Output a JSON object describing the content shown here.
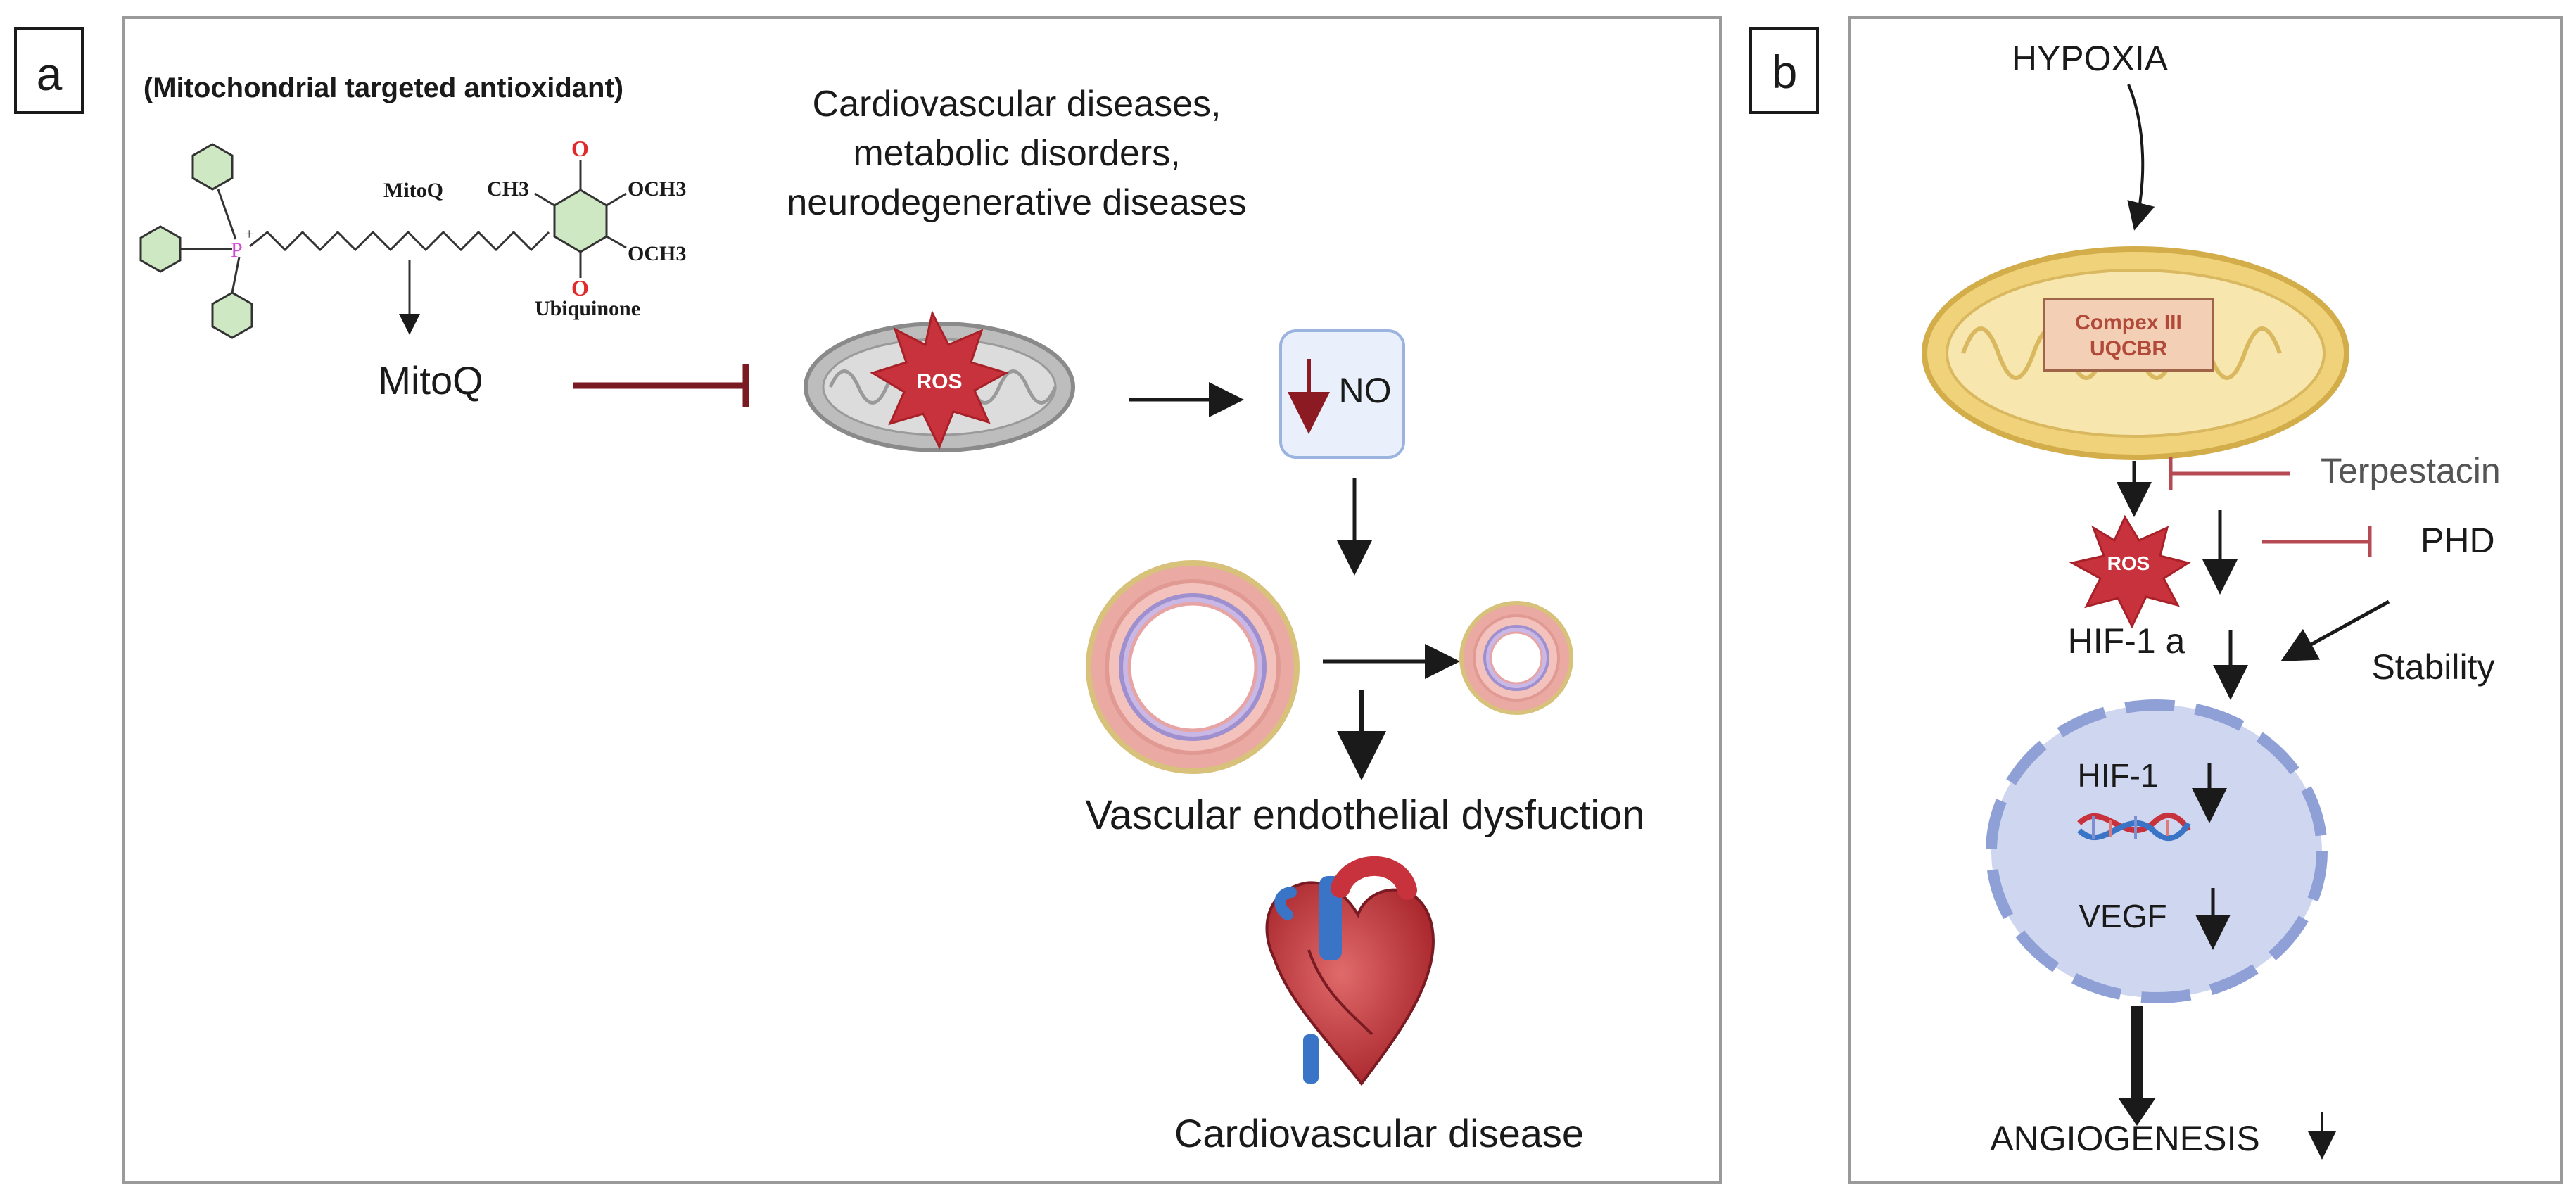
{
  "panel_a": {
    "tag": "a",
    "heading": "(Mitochondrial targeted antioxidant)",
    "compound": {
      "name_small": "MitoQ",
      "ubiquinone": "Ubiquinone",
      "methyl": "CH3",
      "methoxy_1": "OCH3",
      "methoxy_2": "OCH3",
      "oxygen_top": "O",
      "oxygen_bottom": "O",
      "phosphorus": "P",
      "charge": "+"
    },
    "mitoq_label": "MitoQ",
    "diseases": [
      "Cardiovascular diseases,",
      "metabolic disorders,",
      "neurodegenerative diseases"
    ],
    "ros": "ROS",
    "no": "NO",
    "vascular": "Vascular endothelial dysfuction",
    "cardio": "Cardiovascular disease"
  },
  "panel_b": {
    "tag": "b",
    "hypoxia": "HYPOXIA",
    "complex_line1": "Compex III",
    "complex_line2": "UQCBR",
    "terpestacin": "Terpestacin",
    "ros": "ROS",
    "phd": "PHD",
    "hif1a": "HIF-1 a",
    "stability": "Stability",
    "hif1": "HIF-1",
    "vegf": "VEGF",
    "angiogenesis": "ANGIOGENESIS"
  },
  "colors": {
    "inhibit_dark": "#7a1a22",
    "inhibit_light": "#b54a52",
    "ros_red": "#c8323c",
    "mito_gray": "#9a9a9a",
    "mito_yellow": "#f0d27a",
    "nucleus": "#cfd6ef",
    "nucleus_border": "#8fa0d6"
  }
}
